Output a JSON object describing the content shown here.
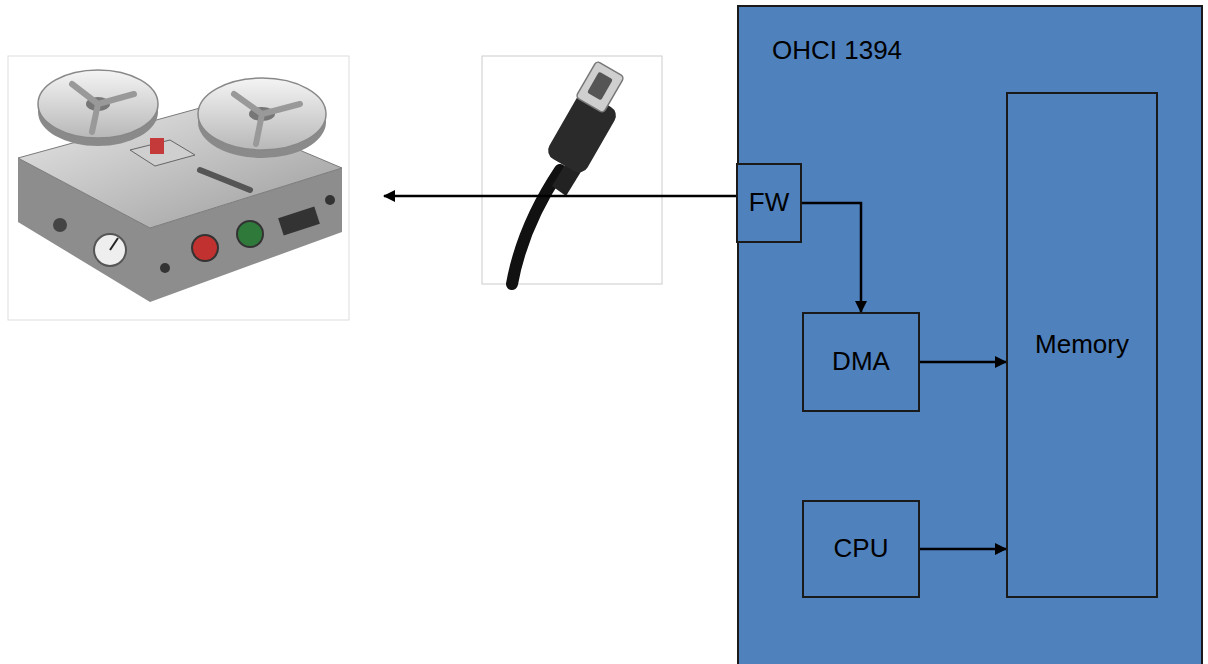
{
  "diagram": {
    "nodes": [
      {
        "text": [
          "OHCI 1394"
        ]
      },
      {
        "text": [
          "FW"
        ],
        "in": 0
      },
      {
        "text": [
          "DMA"
        ],
        "in": 0
      },
      {
        "text": [
          "Memory"
        ],
        "in": 0
      },
      {
        "text": [
          "CPU"
        ],
        "in": 0
      }
    ],
    "edges": [
      {
        "from": 1,
        "to": 2,
        "arrow": "to"
      },
      {
        "from": 2,
        "to": 3,
        "arrow": "to"
      },
      {
        "from": 4,
        "to": 3,
        "arrow": "to"
      }
    ]
  }
}
